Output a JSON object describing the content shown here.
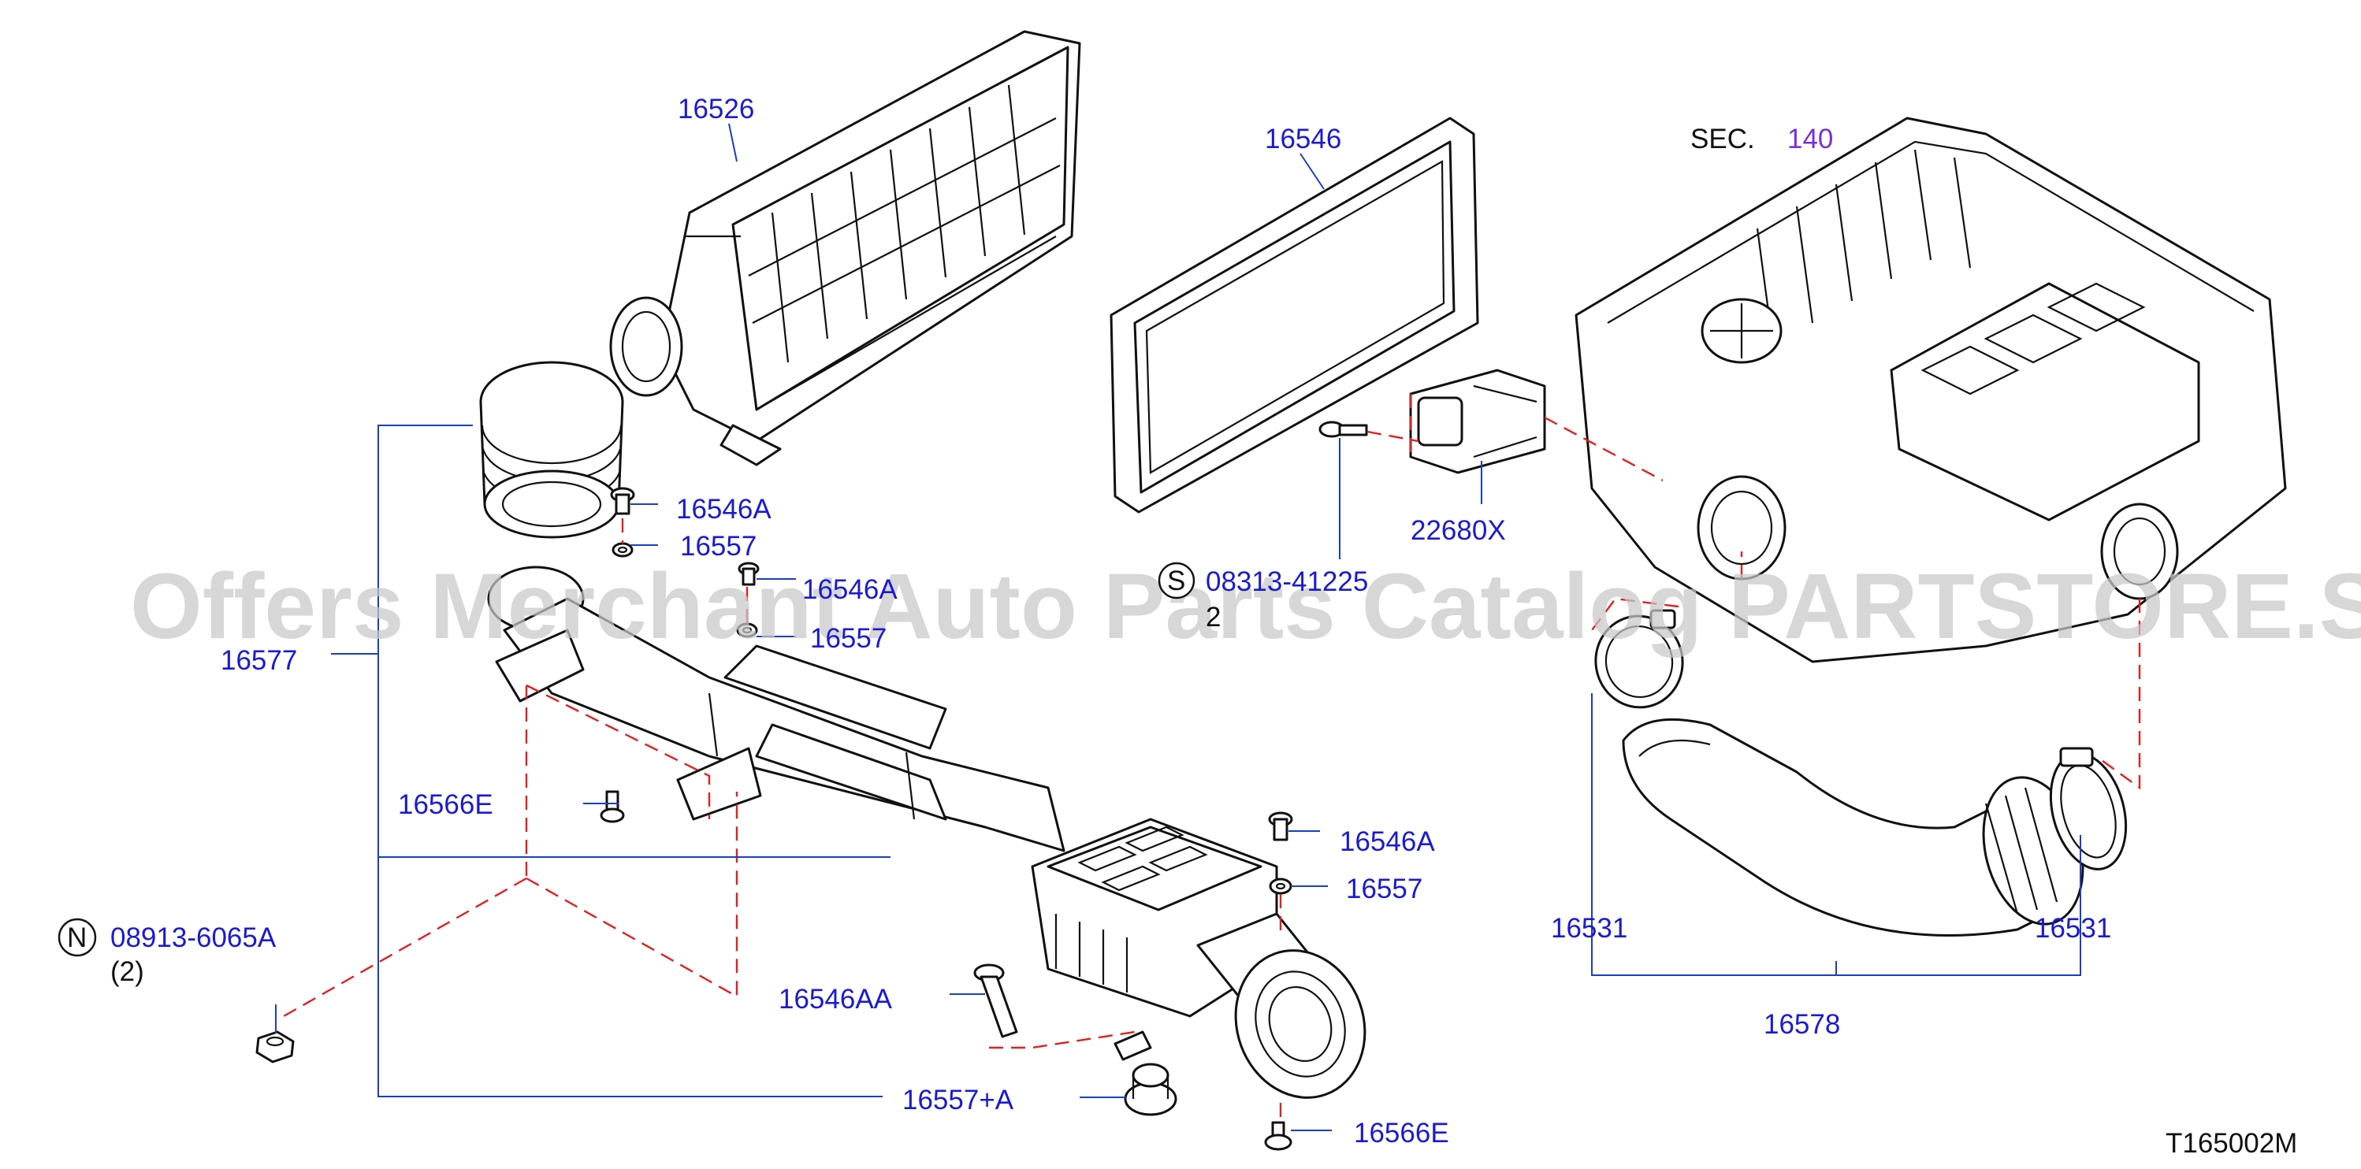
{
  "diagram": {
    "watermark": "Offers Merchant Auto Parts Catalog PARTSTORE.SA",
    "figure_code": "T165002M",
    "section_ref": {
      "prefix": "SEC.",
      "number": "140"
    },
    "labels": {
      "air_cleaner_case": "16526",
      "filter_element": "16546",
      "mass_air_flow_sensor": "22680X",
      "screw_symbol": "S",
      "screw_part": "08313-41225",
      "screw_qty": "2",
      "nut_symbol": "N",
      "nut_part": "08913-6065A",
      "nut_qty": "(2)",
      "bolt_upper_1": "16546A",
      "washer_upper_1": "16557",
      "bolt_upper_2": "16546A",
      "washer_upper_2": "16557",
      "duct_assembly": "16577",
      "grommet_left": "16566E",
      "bolt_resonator": "16546A",
      "washer_resonator": "16557",
      "bolt_long": "16546AA",
      "mount_rubber": "16557+A",
      "grommet_bottom": "16566E",
      "clamp_left": "16531",
      "clamp_right": "16531",
      "intake_hose": "16578"
    }
  },
  "colors": {
    "label_blue": "#1a1ad2",
    "section_purple": "#7a30d8",
    "dash_red": "#e02020",
    "outline": "#111111"
  }
}
